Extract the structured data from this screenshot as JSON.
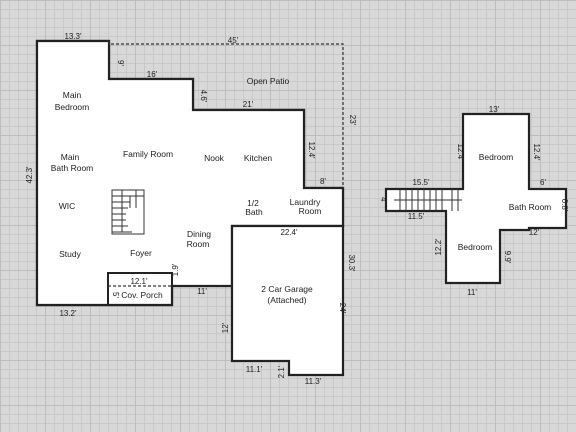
{
  "rooms": {
    "main_bedroom": [
      "Main",
      "Bedroom"
    ],
    "main_bath_room": [
      "Main",
      "Bath Room"
    ],
    "family_room": "Family Room",
    "nook": "Nook",
    "kitchen": "Kitchen",
    "open_patio": "Open Patio",
    "wic": "WIC",
    "half_bath": [
      "1/2",
      "Bath"
    ],
    "laundry_room": [
      "Laundry",
      "Room"
    ],
    "study": "Study",
    "foyer": "Foyer",
    "dining_room": [
      "Dining",
      "Room"
    ],
    "cov_porch": "Cov. Porch",
    "garage": [
      "2 Car Garage",
      "(Attached)"
    ],
    "bedroom_top": "Bedroom",
    "bedroom_bottom": "Bedroom",
    "bath_room_upper": "Bath Room"
  },
  "dims": {
    "d_13_3": "13.3'",
    "d_45": "45'",
    "d_9": "9'",
    "d_16": "16'",
    "d_4_6": "4.6'",
    "d_21": "21'",
    "d_23": "23'",
    "d_12_4_main": "12.4'",
    "d_8": "8'",
    "d_42_3": "42.3'",
    "d_22_4": "22.4'",
    "d_30_3": "30.3'",
    "d_12_1": "12.1'",
    "d_1_9": "1.9'",
    "d_5": "5'",
    "d_11_porch": "11'",
    "d_13_2": "13.2'",
    "d_24": "24'",
    "d_12_garage": "12'",
    "d_11_1": "11.1'",
    "d_2_1": "2.1'",
    "d_11_3": "11.3'",
    "u_13": "13'",
    "u_12_4_left": "12.4'",
    "u_12_4_right": "12.4'",
    "u_15_5": "15.5'",
    "u_4": "4'",
    "u_11_5": "11.5'",
    "u_6": "6'",
    "u_6_8": "6.8'",
    "u_12_bath": "12'",
    "u_12_2": "12.2'",
    "u_9_9": "9.9'",
    "u_11": "11'"
  }
}
